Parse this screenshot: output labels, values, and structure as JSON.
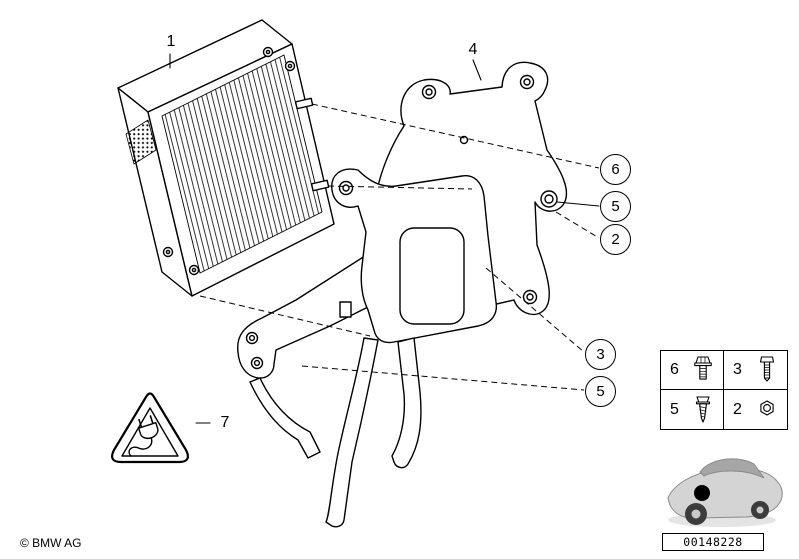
{
  "diagram": {
    "callouts": {
      "c1": "1",
      "c4": "4",
      "c7": "7",
      "c6": "6",
      "c5_top": "5",
      "c2": "2",
      "c3": "3",
      "c5_bottom": "5"
    },
    "legend": {
      "items": [
        {
          "number": "6",
          "icon": "flange-bolt-icon"
        },
        {
          "number": "3",
          "icon": "bolt-icon"
        },
        {
          "number": "5",
          "icon": "tapping-screw-icon"
        },
        {
          "number": "2",
          "icon": "nut-icon"
        }
      ]
    },
    "warning": {
      "icon": "power-plug-warning-triangle-icon"
    },
    "car_thumbnail": {
      "icon": "car-location-icon",
      "marker_color": "#000000"
    },
    "footer": {
      "part_number": "00148228",
      "copyright": "© BMW AG"
    },
    "colors": {
      "line": "#000000",
      "background": "#ffffff",
      "car_body": "#d4d4d4",
      "car_glass": "#a6a6a6"
    }
  }
}
